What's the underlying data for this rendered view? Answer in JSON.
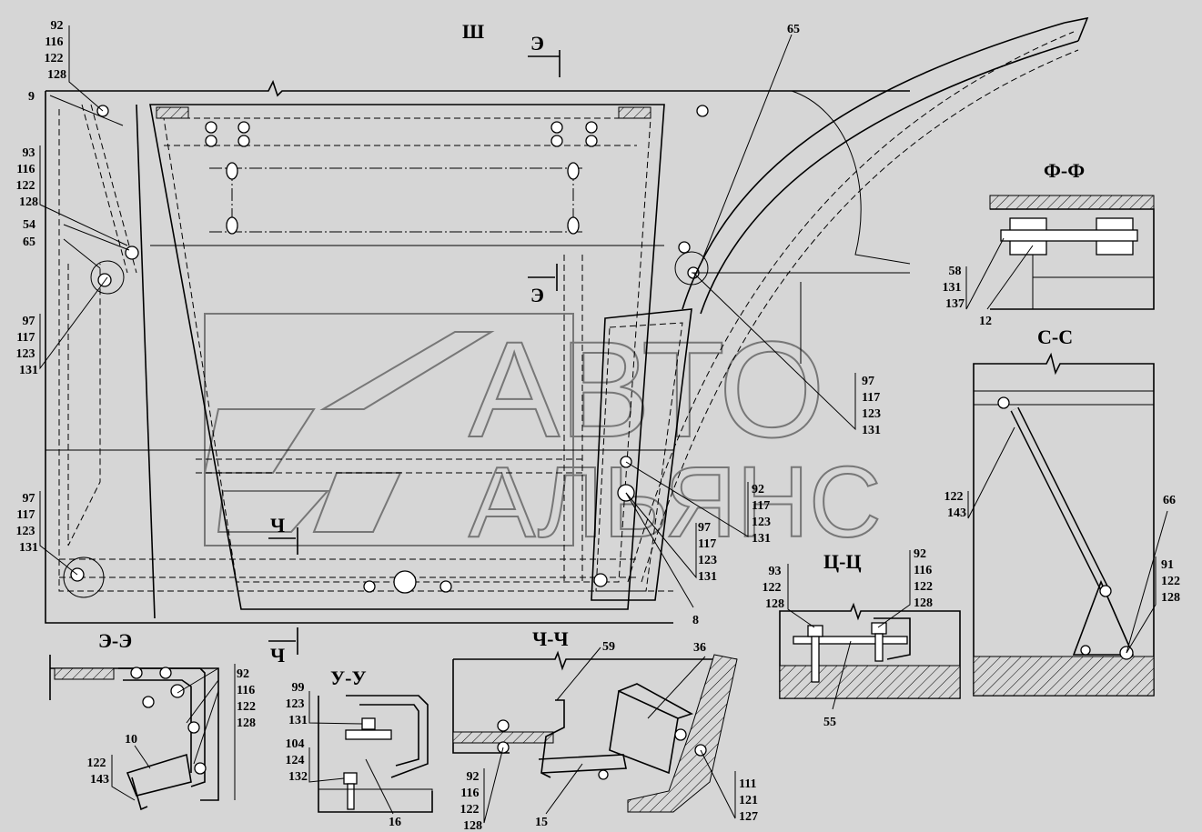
{
  "watermark": {
    "line1": "АВТО",
    "line2": "АЛЬЯНС"
  },
  "sections": {
    "sh": "Ш",
    "e_mark_top": "Э",
    "e_mark_mid": "Э",
    "ch_mark_top": "Ч",
    "ch_mark_bottom": "Ч",
    "ff": "Ф-Ф",
    "ss": "С-С",
    "tsts": "Ц-Ц",
    "ee": "Э-Э",
    "uu": "У-У",
    "chch": "Ч-Ч"
  },
  "callouts": [
    {
      "id": "c1",
      "lines": [
        "92",
        "116",
        "122",
        "128"
      ]
    },
    {
      "id": "c2",
      "lines": [
        "9"
      ]
    },
    {
      "id": "c3",
      "lines": [
        "93",
        "116",
        "122",
        "128"
      ]
    },
    {
      "id": "c4",
      "lines": [
        "54"
      ]
    },
    {
      "id": "c5",
      "lines": [
        "65"
      ]
    },
    {
      "id": "c6",
      "lines": [
        "97",
        "117",
        "123",
        "131"
      ]
    },
    {
      "id": "c7",
      "lines": [
        "97",
        "117",
        "123",
        "131"
      ]
    },
    {
      "id": "c8",
      "lines": [
        "65"
      ]
    },
    {
      "id": "c9",
      "lines": [
        "97",
        "117",
        "123",
        "131"
      ]
    },
    {
      "id": "c10",
      "lines": [
        "92",
        "117",
        "123",
        "131"
      ]
    },
    {
      "id": "c11",
      "lines": [
        "97",
        "117",
        "123",
        "131"
      ]
    },
    {
      "id": "c12",
      "lines": [
        "8"
      ]
    },
    {
      "id": "c13",
      "lines": [
        "58",
        "131",
        "137"
      ]
    },
    {
      "id": "c14",
      "lines": [
        "12"
      ]
    },
    {
      "id": "c15",
      "lines": [
        "122",
        "143"
      ]
    },
    {
      "id": "c16",
      "lines": [
        "66"
      ]
    },
    {
      "id": "c17",
      "lines": [
        "91",
        "122",
        "128"
      ]
    },
    {
      "id": "c18",
      "lines": [
        "93",
        "122",
        "128"
      ]
    },
    {
      "id": "c19",
      "lines": [
        "92",
        "116",
        "122",
        "128"
      ]
    },
    {
      "id": "c20",
      "lines": [
        "55"
      ]
    },
    {
      "id": "c21",
      "lines": [
        "92",
        "116",
        "122",
        "128"
      ]
    },
    {
      "id": "c22",
      "lines": [
        "10"
      ]
    },
    {
      "id": "c23",
      "lines": [
        "122",
        "143"
      ]
    },
    {
      "id": "c24",
      "lines": [
        "99",
        "123",
        "131"
      ]
    },
    {
      "id": "c25",
      "lines": [
        "104",
        "124",
        "132"
      ]
    },
    {
      "id": "c26",
      "lines": [
        "16"
      ]
    },
    {
      "id": "c27",
      "lines": [
        "59"
      ]
    },
    {
      "id": "c28",
      "lines": [
        "36"
      ]
    },
    {
      "id": "c29",
      "lines": [
        "92",
        "116",
        "122",
        "128"
      ]
    },
    {
      "id": "c30",
      "lines": [
        "15"
      ]
    },
    {
      "id": "c31",
      "lines": [
        "111",
        "121",
        "127"
      ]
    }
  ]
}
